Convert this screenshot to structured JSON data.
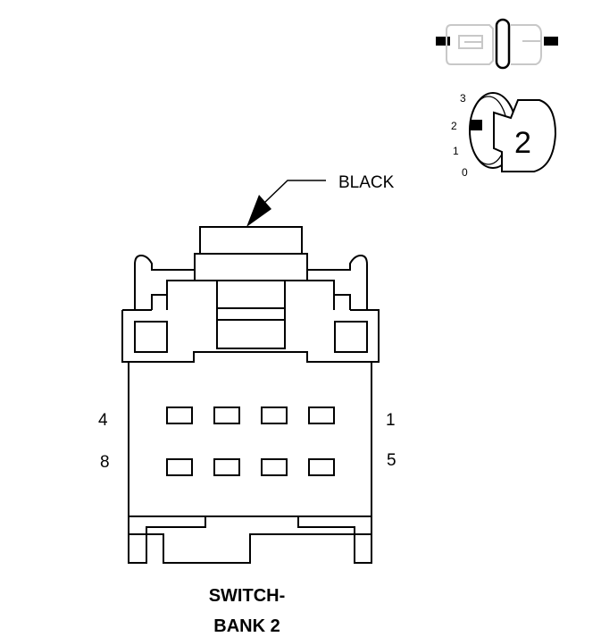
{
  "callout": {
    "label": "BLACK"
  },
  "key_indicator": {
    "position_labels": [
      "3",
      "2",
      "1",
      "0"
    ],
    "selected_value": "2"
  },
  "pins": {
    "left_top": "4",
    "left_bottom": "8",
    "right_top": "1",
    "right_bottom": "5"
  },
  "caption": {
    "line1": "SWITCH-",
    "line2": "BANK 2"
  },
  "colors": {
    "line": "#000000",
    "ghost": "#c8c8c8",
    "background": "#ffffff"
  }
}
